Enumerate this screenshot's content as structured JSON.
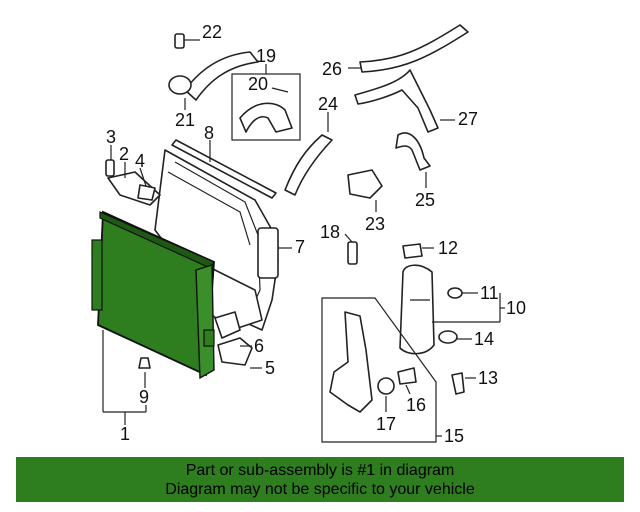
{
  "diagram": {
    "callouts": [
      "22",
      "19",
      "20",
      "21",
      "3",
      "2",
      "4",
      "8",
      "26",
      "24",
      "27",
      "25",
      "23",
      "18",
      "12",
      "7",
      "11",
      "10",
      "14",
      "13",
      "6",
      "5",
      "9",
      "1",
      "16",
      "17",
      "15"
    ],
    "highlight_color": "#2e7d1f"
  },
  "banner": {
    "line1": "Part or sub-assembly is #1 in diagram",
    "line2": "Diagram may not be specific to your vehicle",
    "color": "#2e7d1f"
  }
}
